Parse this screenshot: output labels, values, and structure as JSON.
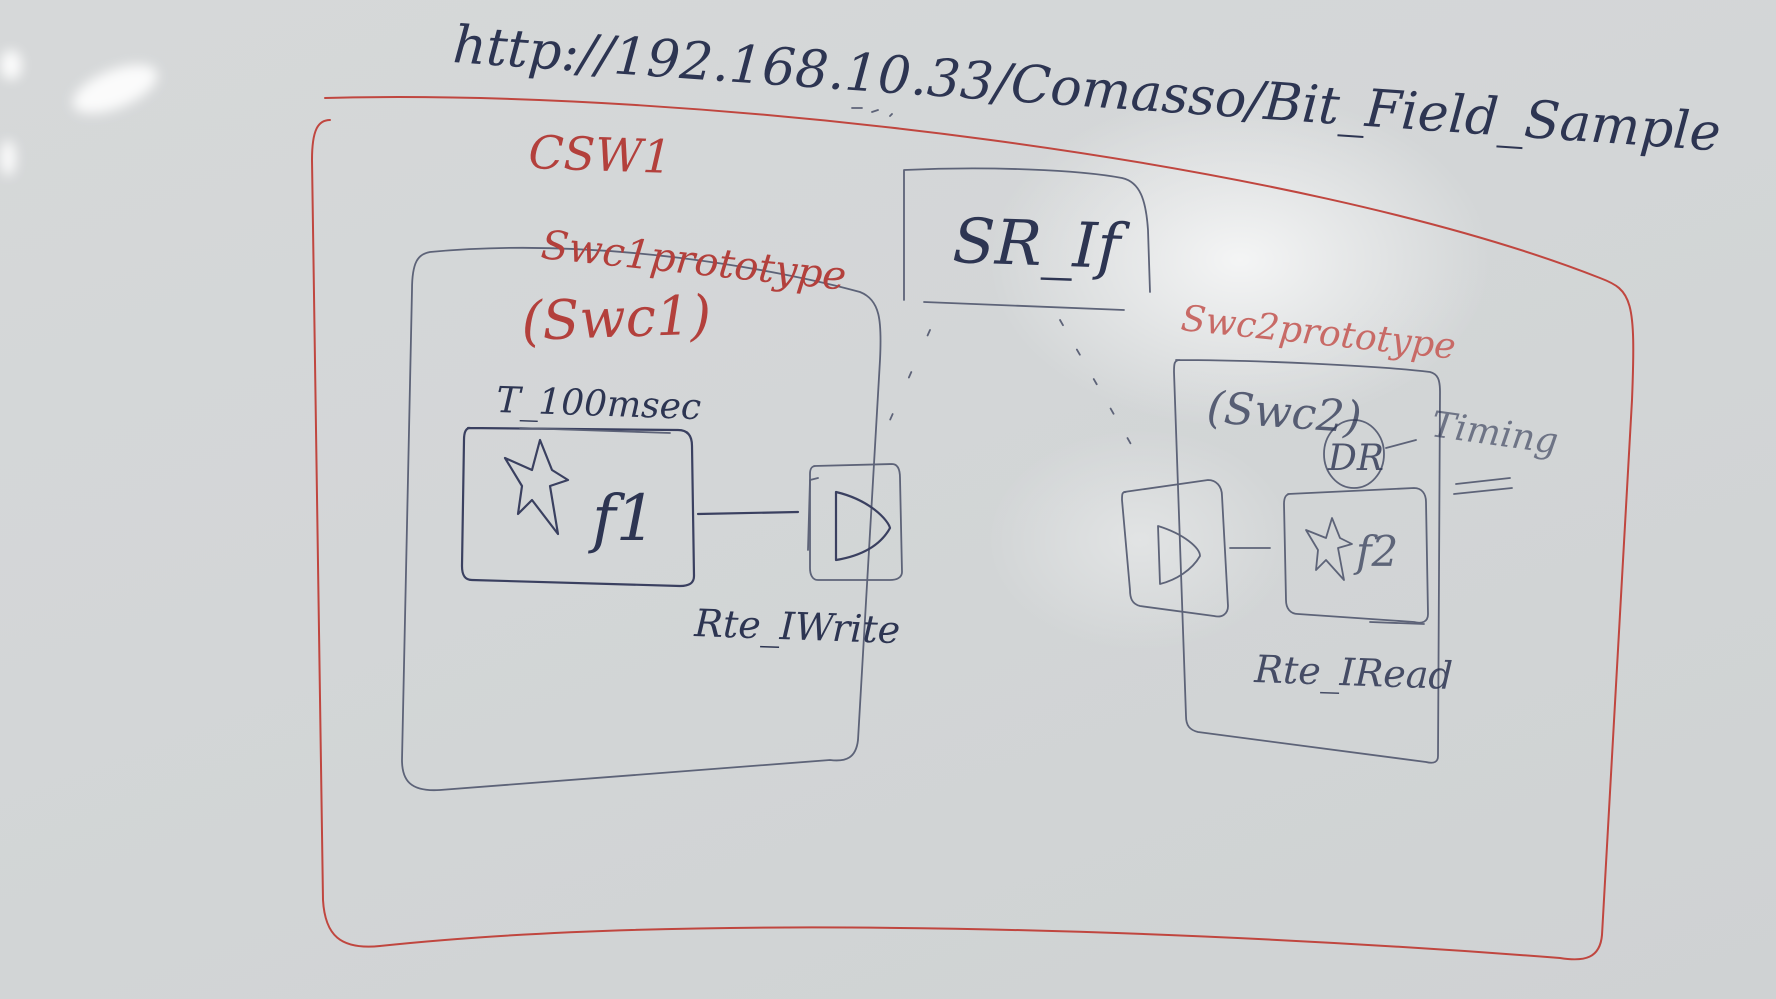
{
  "url_text": "http://192.168.10.33/Comasso/Bit_Field_Sample",
  "composition_label": "CSW1",
  "swc1_prototype_label": "Swc1prototype",
  "swc1_label": "(Swc1)",
  "timing_label": "T_100msec",
  "runnable1_label": "f1",
  "write_api_label": "Rte_IWrite",
  "interface_label": "SR_If",
  "swc2_prototype_label": "Swc2prototype",
  "swc2_label": "(Swc2)",
  "dr_label": "DR",
  "timing2_label": "Timing",
  "runnable2_label": "f2",
  "read_api_label": "Rte_IRead",
  "colors": {
    "marker_navy": "#2d3552",
    "marker_red": "#b3403c",
    "whiteboard": "#d4d7d8"
  }
}
